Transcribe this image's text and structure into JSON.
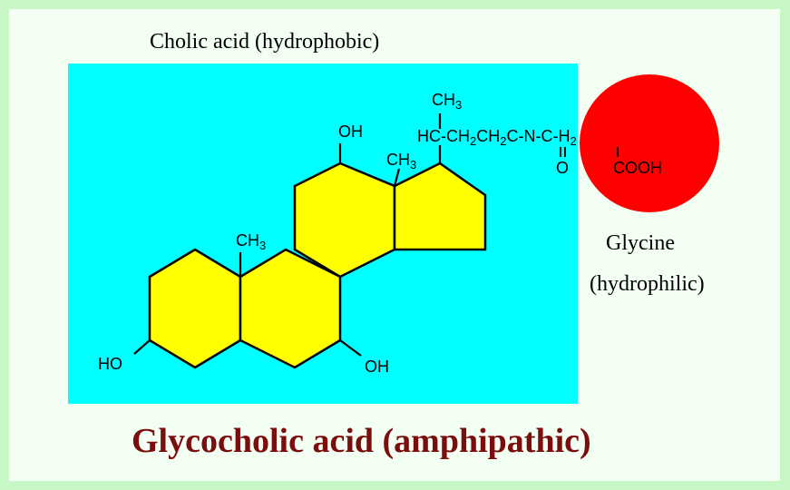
{
  "title": "Glycocholic acid (amphipathic)",
  "regions": {
    "hydrophobic_label": "Cholic acid (hydrophobic)",
    "hydrophilic_label_line1": "Glycine",
    "hydrophilic_label_line2": "(hydrophilic)"
  },
  "molecule": {
    "methyl_top": "CH",
    "methyl_top_sub": "3",
    "hc": "HC",
    "ch2_a": "CH",
    "ch2_a_sub": "2",
    "ch2_b": "CH",
    "ch2_b_sub": "2",
    "carbonyl_c": "C",
    "carbonyl_o": "O",
    "amine": "N",
    "alpha_c": "C",
    "h2": "H",
    "h2_sub": "2",
    "cooh": "COOH",
    "oh_top": "OH",
    "ch3_ring_d": "CH",
    "ch3_ring_d_sub": "3",
    "ch3_ring_a": "CH",
    "ch3_ring_a_sub": "3",
    "ho_left": "HO",
    "oh_bottom": "OH"
  },
  "colors": {
    "hydrophobic_region": "#00ffff",
    "hydrophilic_region": "#ff0000",
    "ring_fill": "#ffff00",
    "title": "#7a0d0d"
  }
}
